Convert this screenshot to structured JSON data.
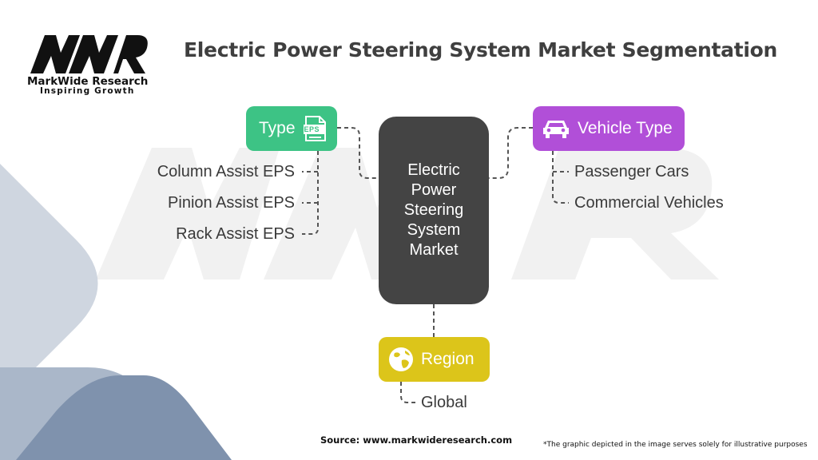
{
  "brand": {
    "logo_mark": "MWR",
    "name": "MarkWide Research",
    "tagline": "Inspiring Growth"
  },
  "title": "Electric Power Steering System Market Segmentation",
  "center": {
    "lines": [
      "Electric",
      "Power",
      "Steering",
      "System",
      "Market"
    ]
  },
  "segments": {
    "type": {
      "label": "Type",
      "icon": "eps-document-icon",
      "icon_text": "EPS",
      "color": "#3DC385",
      "items": [
        "Column Assist EPS",
        "Pinion Assist EPS",
        "Rack Assist EPS"
      ]
    },
    "vehicle_type": {
      "label": "Vehicle Type",
      "icon": "car-icon",
      "color": "#B14FD8",
      "items": [
        "Passenger Cars",
        "Commercial Vehicles"
      ]
    },
    "region": {
      "label": "Region",
      "icon": "globe-icon",
      "color": "#DCC51A",
      "items": [
        "Global"
      ]
    }
  },
  "footer": {
    "source": "Source: www.markwideresearch.com",
    "disclaimer": "*The graphic depicted in the image serves solely for illustrative purposes"
  }
}
